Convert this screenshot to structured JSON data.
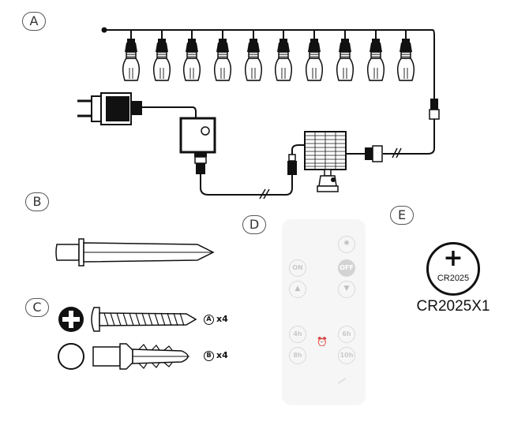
{
  "labels": {
    "a": "A",
    "b": "B",
    "c": "C",
    "d": "D",
    "e": "E"
  },
  "remote": {
    "on": "ON",
    "off": "OFF",
    "up_icon": "triangle-up-icon",
    "down_icon": "triangle-down-icon",
    "mode_icon": "light-mode-icon",
    "timer_icon": "alarm-clock-icon",
    "t4": "4h",
    "t6": "6h",
    "t8": "8h",
    "t10": "10h"
  },
  "battery": {
    "plus": "+",
    "code": "CR2025",
    "caption": "CR2025X1"
  },
  "screws": {
    "tag_letter": "A",
    "qty": "x4"
  },
  "anchors": {
    "tag_letter": "B",
    "qty": "x4"
  },
  "colors": {
    "line": "#111111",
    "remote_bg": "#f6f6f6",
    "remote_button": "#d3d3d3"
  }
}
